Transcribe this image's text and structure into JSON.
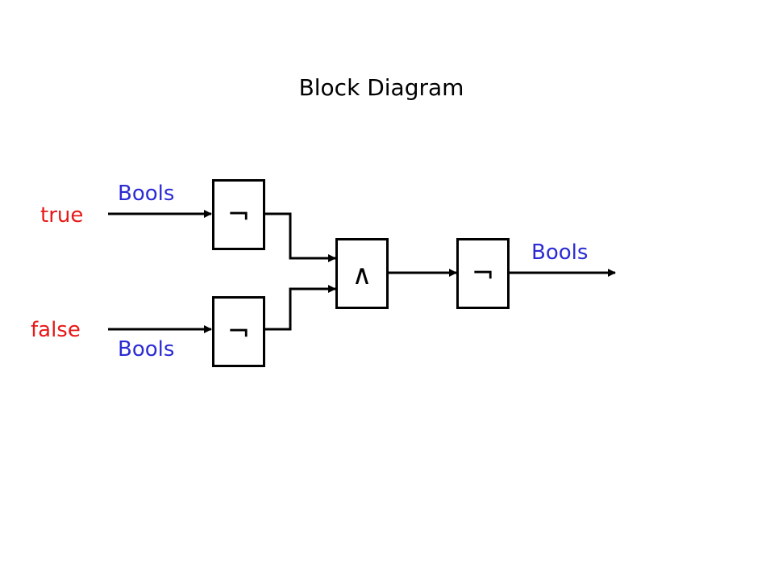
{
  "title": "Block Diagram",
  "colors": {
    "type_label": "#2b2bd4",
    "value_label": "#e81818",
    "line": "#000000"
  },
  "inputs": [
    {
      "value": "true",
      "type": "Bools"
    },
    {
      "value": "false",
      "type": "Bools"
    }
  ],
  "blocks": {
    "not_top": {
      "symbol": "¬",
      "operation": "not"
    },
    "not_bottom": {
      "symbol": "¬",
      "operation": "not"
    },
    "and": {
      "symbol": "∧",
      "operation": "and"
    },
    "not_out": {
      "symbol": "¬",
      "operation": "not"
    }
  },
  "output": {
    "type": "Bools"
  }
}
